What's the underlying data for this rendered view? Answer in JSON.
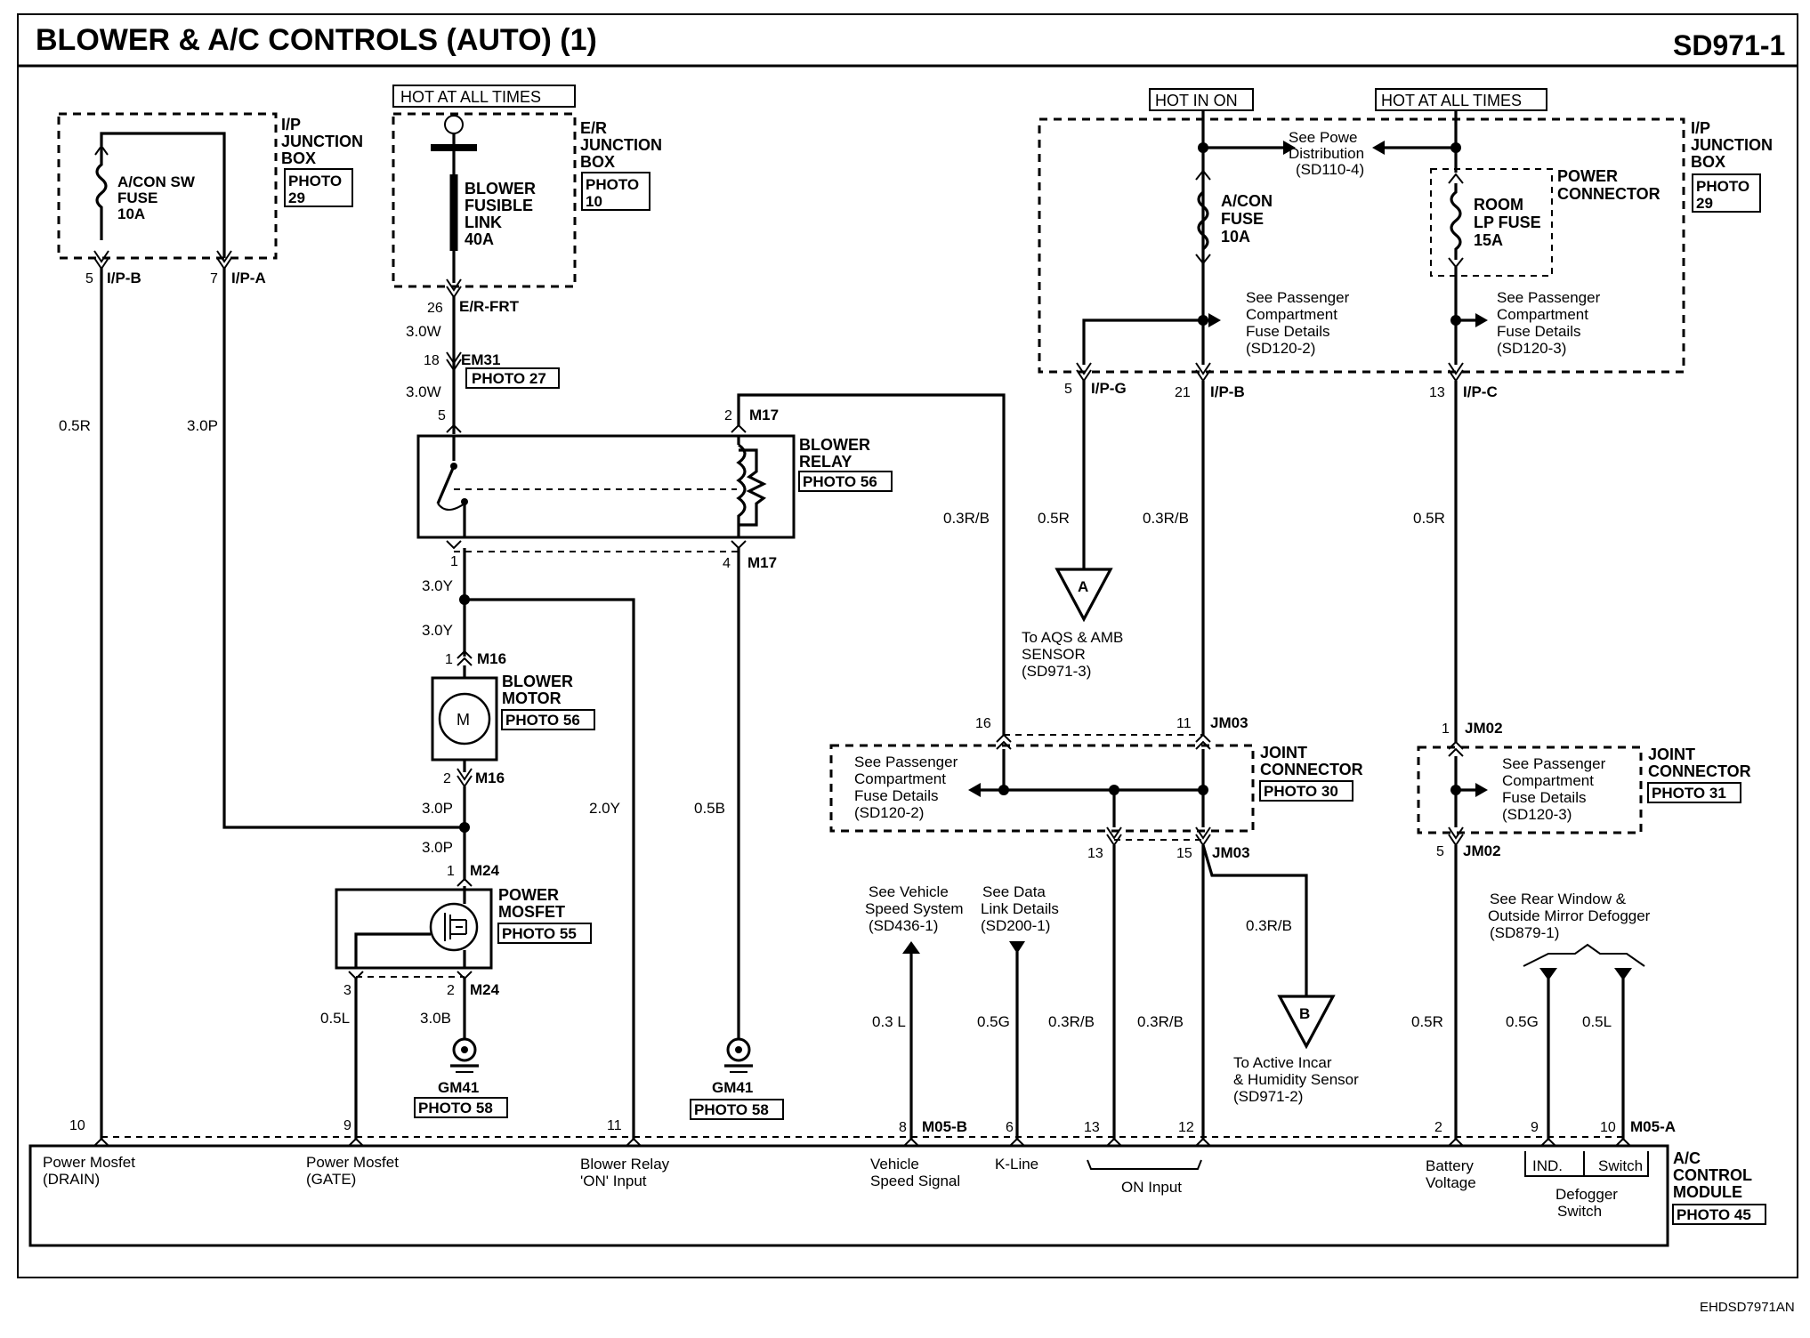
{
  "header": {
    "title": "BLOWER & A/C CONTROLS (AUTO) (1)",
    "code": "SD971-1"
  },
  "footer": {
    "code": "EHDSD7971AN"
  },
  "ip_junction_box_left": {
    "name": [
      "I/P",
      "JUNCTION",
      "BOX"
    ],
    "photo": [
      "PHOTO",
      "29"
    ],
    "fuse": [
      "A/CON SW",
      "FUSE",
      "10A"
    ],
    "pin_b": "5",
    "conn_b": "I/P-B",
    "pin_a": "7",
    "conn_a": "I/P-A",
    "wire_b": "0.5R",
    "wire_a": "3.0P"
  },
  "er_junction_box": {
    "hot": "HOT AT ALL TIMES",
    "name": [
      "E/R",
      "JUNCTION",
      "BOX"
    ],
    "photo": [
      "PHOTO",
      "10"
    ],
    "link": [
      "BLOWER",
      "FUSIBLE",
      "LINK",
      "40A"
    ],
    "pin_frt": "26",
    "conn_frt": "E/R-FRT",
    "wire1": "3.0W",
    "pin_em31": "18",
    "conn_em31": "EM31",
    "photo_em31": "PHOTO 27",
    "wire2": "3.0W"
  },
  "blower_relay": {
    "name": [
      "BLOWER",
      "RELAY"
    ],
    "photo": "PHOTO 56",
    "pin5": "5",
    "pin2": "2",
    "conn_top": "M17",
    "pin1": "1",
    "pin4": "4",
    "conn_bot": "M17",
    "wire_right": "0.3R/B"
  },
  "blower_motor": {
    "name": [
      "BLOWER",
      "MOTOR"
    ],
    "photo": "PHOTO 56",
    "symbol": "M",
    "wire_y1": "3.0Y",
    "wire_y2": "3.0Y",
    "pin1": "1",
    "conn1": "M16",
    "pin2": "2",
    "conn2": "M16",
    "wire_p1": "3.0P",
    "wire_p2": "3.0P",
    "wire_relay_on": "2.0Y",
    "wire_relay_gnd": "0.5B"
  },
  "power_mosfet": {
    "name": [
      "POWER",
      "MOSFET"
    ],
    "photo": "PHOTO 55",
    "pin1": "1",
    "conn1": "M24",
    "pin3": "3",
    "pin2": "2",
    "conn2": "M24",
    "wire_gate": "0.5L",
    "wire_drain": "3.0B"
  },
  "grounds": [
    {
      "name": "GM41",
      "photo": "PHOTO 58"
    },
    {
      "name": "GM41",
      "photo": "PHOTO 58"
    }
  ],
  "ip_junction_box_right": {
    "hot_on": "HOT IN ON",
    "hot_all": "HOT AT ALL TIMES",
    "power_dist": [
      "See Powe",
      "Distribution",
      "(SD110-4)"
    ],
    "acon_fuse": [
      "A/CON",
      "FUSE",
      "10A"
    ],
    "room_fuse": [
      "ROOM",
      "LP FUSE",
      "15A"
    ],
    "power_connector": [
      "POWER",
      "CONNECTOR"
    ],
    "name": [
      "I/P",
      "JUNCTION",
      "BOX"
    ],
    "photo": [
      "PHOTO",
      "29"
    ],
    "fuse_details_1": [
      "See Passenger",
      "Compartment",
      "Fuse Details",
      "(SD120-2)"
    ],
    "fuse_details_2": [
      "See Passenger",
      "Compartment",
      "Fuse Details",
      "(SD120-3)"
    ],
    "pin_g": "5",
    "conn_g": "I/P-G",
    "pin_b": "21",
    "conn_b": "I/P-B",
    "pin_c": "13",
    "conn_c": "I/P-C",
    "wire_g": "0.5R",
    "wire_b": "0.3R/B",
    "wire_c": "0.5R"
  },
  "sensor_refs": {
    "a_label": "A",
    "a_text": [
      "To AQS & AMB",
      "SENSOR",
      "(SD971-3)"
    ],
    "b_label": "B",
    "b_text": [
      "To Active Incar",
      "& Humidity Sensor",
      "(SD971-2)"
    ],
    "wire_b": "0.3R/B"
  },
  "joint_connector_jm03": {
    "name": [
      "JOINT",
      "CONNECTOR"
    ],
    "photo": "PHOTO 30",
    "fuse_details": [
      "See Passenger",
      "Compartment",
      "Fuse Details",
      "(SD120-2)"
    ],
    "pin16": "16",
    "pin11": "11",
    "conn_top": "JM03",
    "pin13": "13",
    "pin15": "15",
    "conn_bot": "JM03"
  },
  "joint_connector_jm02": {
    "name": [
      "JOINT",
      "CONNECTOR"
    ],
    "photo": "PHOTO 31",
    "fuse_details": [
      "See Passenger",
      "Compartment",
      "Fuse Details",
      "(SD120-3)"
    ],
    "pin1": "1",
    "conn_top": "JM02",
    "pin5": "5",
    "conn_bot": "JM02"
  },
  "references": {
    "vehicle_speed": [
      "See Vehicle",
      "Speed System",
      "(SD436-1)"
    ],
    "data_link": [
      "See Data",
      "Link Details",
      "(SD200-1)"
    ],
    "defogger": [
      "See Rear Window &",
      "Outside Mirror Defogger",
      "(SD879-1)"
    ]
  },
  "lower_wires": {
    "speed": "0.3 L",
    "kline": "0.5G",
    "on1": "0.3R/B",
    "on2": "0.3R/B",
    "battery": "0.5R",
    "ind": "0.5G",
    "switch": "0.5L"
  },
  "control_module": {
    "name": [
      "A/C",
      "CONTROL",
      "MODULE"
    ],
    "photo": "PHOTO 45",
    "conn_b": "M05-B",
    "conn_a": "M05-A",
    "pins": [
      "10",
      "9",
      "11",
      "8",
      "6",
      "13",
      "12",
      "2",
      "9",
      "10"
    ],
    "labels": {
      "drain": [
        "Power Mosfet",
        "(DRAIN)"
      ],
      "gate": [
        "Power Mosfet",
        "(GATE)"
      ],
      "relay": [
        "Blower Relay",
        "'ON' Input"
      ],
      "speed": [
        "Vehicle",
        "Speed Signal"
      ],
      "kline": "K-Line",
      "on_input": "ON Input",
      "battery": [
        "Battery",
        "Voltage"
      ],
      "ind": "IND.",
      "switch": "Switch",
      "defogger": [
        "Defogger",
        "Switch"
      ]
    }
  }
}
